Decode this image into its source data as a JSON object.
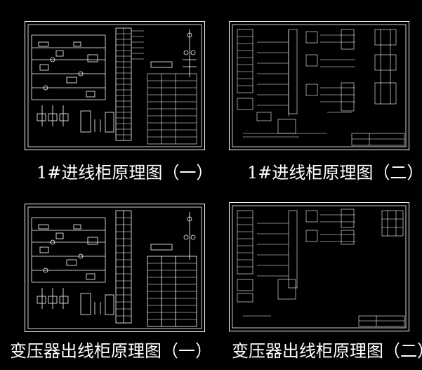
{
  "captions": {
    "sheet1": "1#进线柜原理图（一）",
    "sheet2": "1#进线柜原理图（二）",
    "sheet3": "变压器出线柜原理图（一）",
    "sheet4": "变压器出线柜原理图（二）"
  },
  "colors": {
    "background": "#000000",
    "line": "#ffffff"
  }
}
